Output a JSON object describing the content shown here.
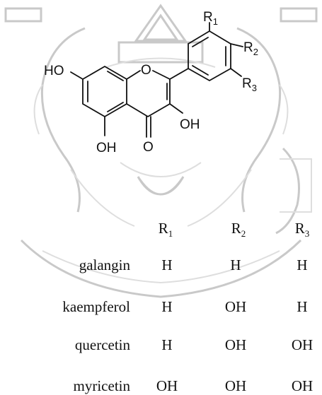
{
  "structure": {
    "atoms": {
      "ho_7": "HO",
      "o_ring": "O",
      "r1": "R",
      "r1_sub": "1",
      "r2": "R",
      "r2_sub": "2",
      "r3": "R",
      "r3_sub": "3",
      "oh_3": "OH",
      "oh_5": "OH",
      "o_4": "O"
    }
  },
  "table": {
    "headers": [
      {
        "label": "R",
        "sub": "1"
      },
      {
        "label": "R",
        "sub": "2"
      },
      {
        "label": "R",
        "sub": "3"
      }
    ],
    "rows": [
      {
        "name": "galangin",
        "values": [
          "H",
          "H",
          "H"
        ]
      },
      {
        "name": "kaempferol",
        "values": [
          "H",
          "OH",
          "H"
        ]
      },
      {
        "name": "quercetin",
        "values": [
          "H",
          "OH",
          "OH"
        ]
      },
      {
        "name": "myricetin",
        "values": [
          "OH",
          "OH",
          "OH"
        ]
      }
    ]
  },
  "colors": {
    "ink": "#111111",
    "watermark": "#c9c9c9"
  }
}
